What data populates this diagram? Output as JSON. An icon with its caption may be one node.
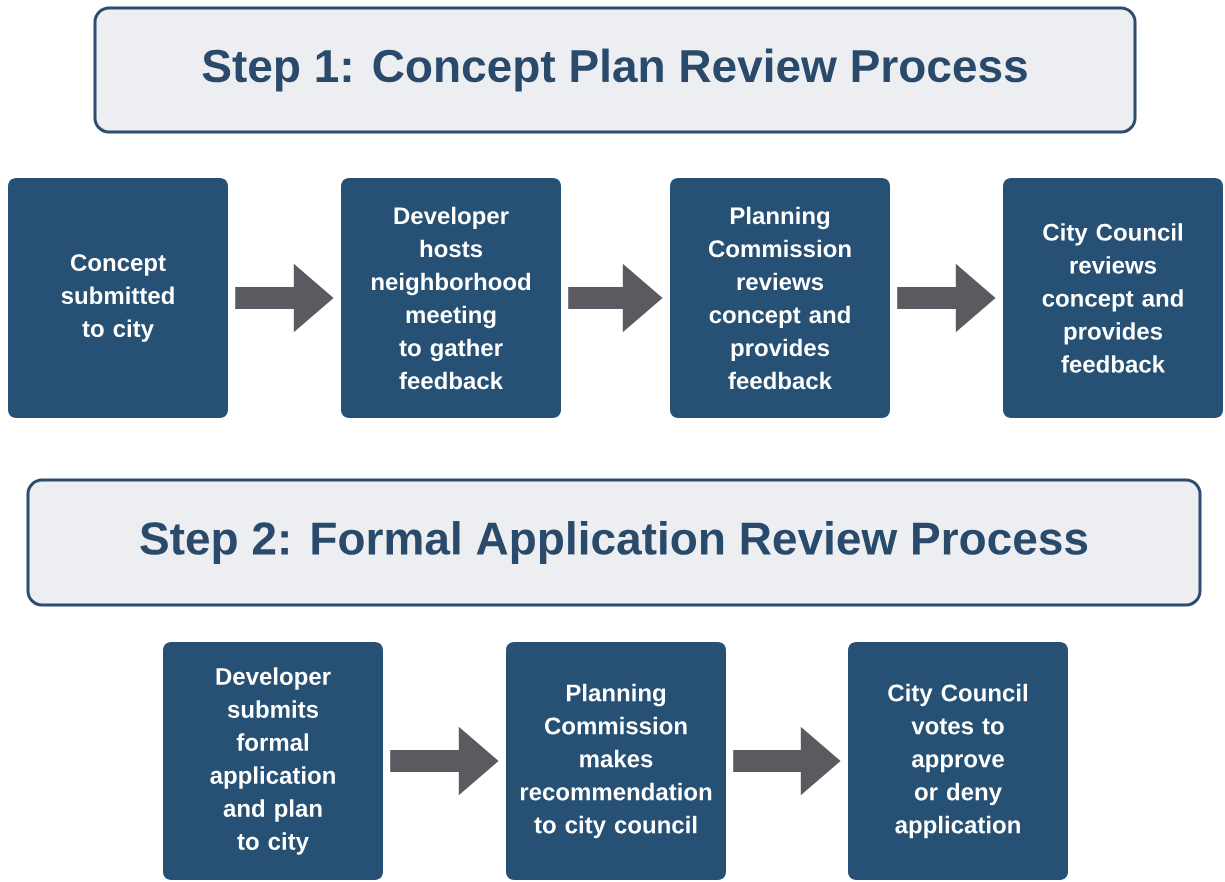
{
  "diagram": {
    "nodes": [
      {
        "text": [
          "Step 1: Concept Plan Review Process"
        ]
      },
      {
        "text": [
          "Concept submitted to city"
        ]
      },
      {
        "text": [
          "Developer hosts neighborhood meeting to gather feedback"
        ]
      },
      {
        "text": [
          "Planning Commission reviews concept and provides feedback"
        ]
      },
      {
        "text": [
          "City Council reviews concept and provides feedback"
        ]
      },
      {
        "text": [
          "Step 2: Formal Application Review Process"
        ]
      },
      {
        "text": [
          "Developer submits formal application and plan to city"
        ]
      },
      {
        "text": [
          "Planning Commission makes recommendation to city council"
        ]
      },
      {
        "text": [
          "City Council votes to approve or deny application"
        ]
      }
    ],
    "edges": [
      {
        "from": 1,
        "to": 2,
        "arrow": "to"
      },
      {
        "from": 2,
        "to": 3,
        "arrow": "to"
      },
      {
        "from": 3,
        "to": 4,
        "arrow": "to"
      },
      {
        "from": 6,
        "to": 7,
        "arrow": "to"
      },
      {
        "from": 7,
        "to": 8,
        "arrow": "to"
      }
    ]
  }
}
